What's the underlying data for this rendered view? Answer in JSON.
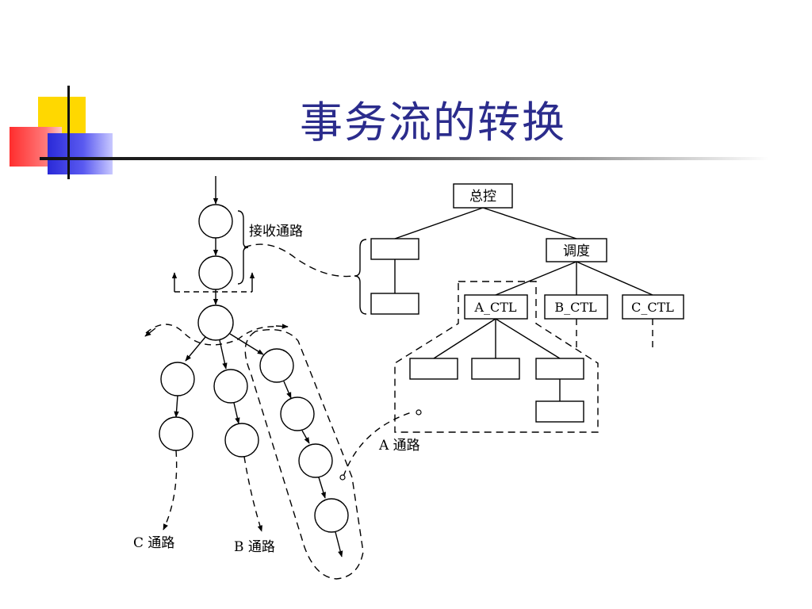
{
  "slide": {
    "title": "事务流的转换"
  },
  "diagram": {
    "labels": {
      "receive_path": "接收通路",
      "a_path": "A 通路",
      "b_path": "B 通路",
      "c_path": "C 通路"
    },
    "boxes": {
      "master_control": "总控",
      "dispatch": "调度",
      "a_ctl": "A_CTL",
      "b_ctl": "B_CTL",
      "c_ctl": "C_CTL"
    }
  }
}
